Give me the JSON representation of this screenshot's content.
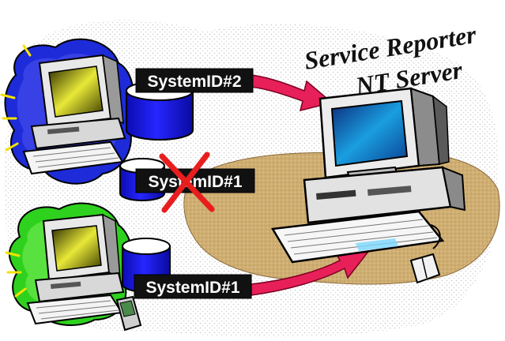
{
  "diagram": {
    "server_title_line1": "Service Reporter",
    "server_title_line2": "NT Server",
    "tags": {
      "top": "SystemID#2",
      "middle": "SystemID#1",
      "bottom": "SystemID#1"
    },
    "colors": {
      "tag_background": "#111111",
      "tag_text": "#ffffff",
      "arrow": "#e8205a",
      "cross": "#e81e1e",
      "cylinder": "#1a1aee",
      "splash_top_left": "#1e2bd8",
      "splash_bottom_left": "#2fd11f",
      "server_floor": "#c9a96b",
      "screen": "#1a9ee0"
    },
    "icons": {
      "client_top": "desktop-computer-icon",
      "client_bottom": "desktop-computer-icon",
      "server": "server-computer-icon",
      "database_top": "database-cylinder-icon",
      "database_middle": "database-cylinder-icon",
      "database_bottom": "database-cylinder-icon",
      "rejected": "red-x-icon",
      "mouse": "mouse-icon",
      "pda": "handheld-device-icon"
    }
  }
}
